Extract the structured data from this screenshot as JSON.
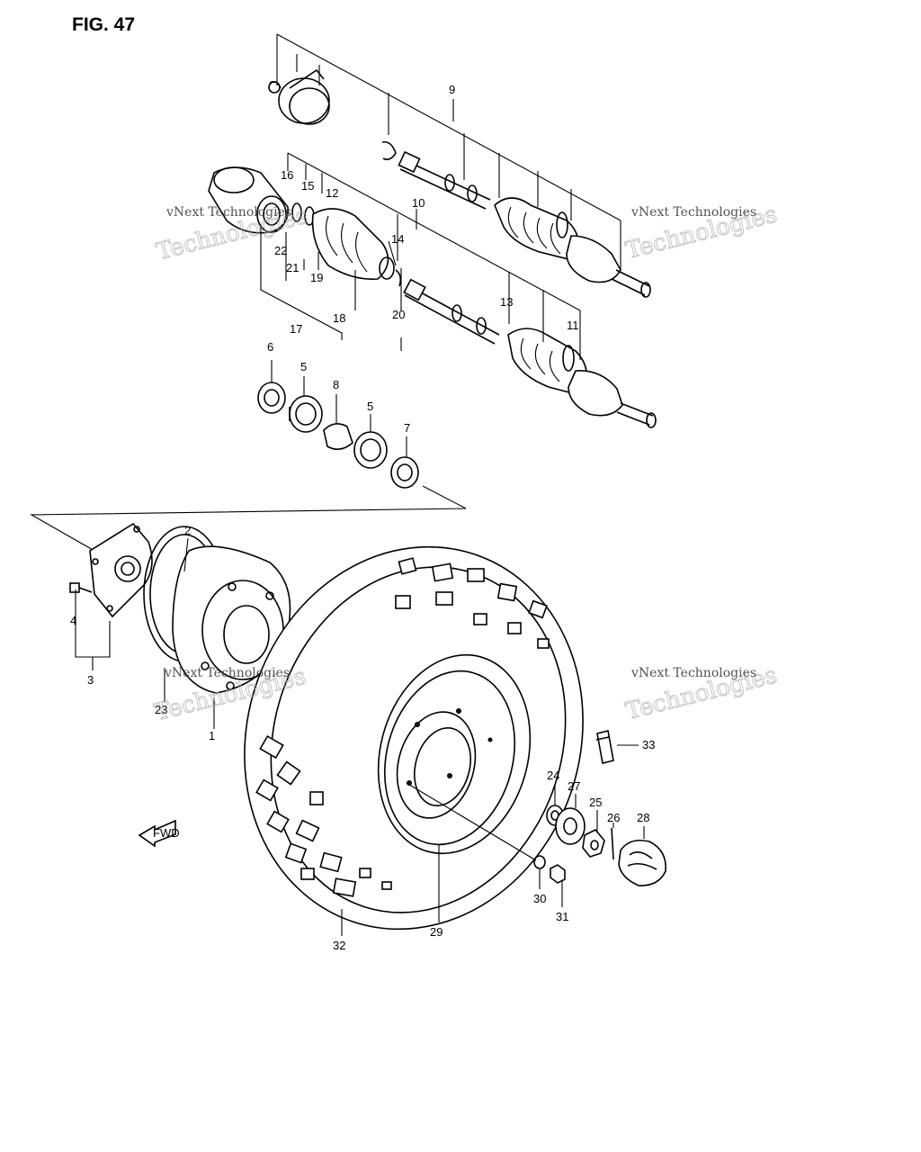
{
  "figure": {
    "title": "FIG. 47",
    "fwd_label": "FWD"
  },
  "watermarks": [
    {
      "line1": "vNext Technologies",
      "line2": "Technologies"
    },
    {
      "line1": "vNext Technologies",
      "line2": "Technologies"
    },
    {
      "line1": "vNext Technologies",
      "line2": "Technologies"
    },
    {
      "line1": "vNext Technologies",
      "line2": "Technologies"
    }
  ],
  "callouts": {
    "c1": "1",
    "c2": "2",
    "c3": "3",
    "c4": "4",
    "c5a": "5",
    "c5b": "5",
    "c6": "6",
    "c7": "7",
    "c8": "8",
    "c9": "9",
    "c10": "10",
    "c11": "11",
    "c12": "12",
    "c13": "13",
    "c14": "14",
    "c15": "15",
    "c16": "16",
    "c17": "17",
    "c18": "18",
    "c19": "19",
    "c20": "20",
    "c21": "21",
    "c22": "22",
    "c23": "23",
    "c24": "24",
    "c25": "25",
    "c26": "26",
    "c27": "27",
    "c28": "28",
    "c29": "29",
    "c30": "30",
    "c31": "31",
    "c32": "32",
    "c33": "33"
  }
}
